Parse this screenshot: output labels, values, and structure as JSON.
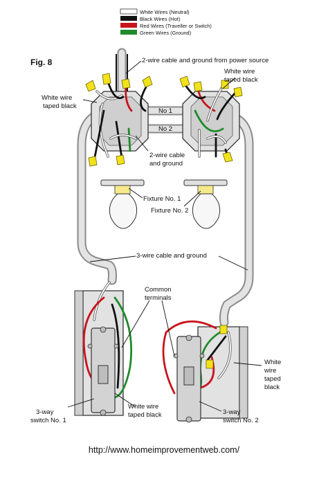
{
  "legend": {
    "items": [
      {
        "label": "White Wires (Neutral)",
        "color": "#ffffff"
      },
      {
        "label": "Black Wires (Hot)",
        "color": "#111111"
      },
      {
        "label": "Red Wires (Traveller or Switch)",
        "color": "#c8141c"
      },
      {
        "label": "Green Wires (Ground)",
        "color": "#1f8a2a"
      }
    ]
  },
  "figure": {
    "title": "Fig. 8"
  },
  "labels": {
    "power_source": "2-wire cable and ground from power source",
    "white_taped_tr_1": "White wire",
    "white_taped_tr_2": "taped black",
    "white_taped_tl_1": "White wire",
    "white_taped_tl_2": "taped black",
    "cable_no1": "No 1",
    "cable_no2": "No 2",
    "two_wire_1": "2-wire cable",
    "two_wire_2": "and ground",
    "fixture1": "Fixture No. 1",
    "fixture2": "Fixture No. 2",
    "three_wire": "3-wire cable and ground",
    "common_1": "Common",
    "common_2": "terminals",
    "white_taped_r_1": "White",
    "white_taped_r_2": "wire",
    "white_taped_r_3": "taped",
    "white_taped_r_4": "black",
    "white_taped_b": "White wire",
    "white_taped_b_2": "taped black",
    "switch1_1": "3-way",
    "switch1_2": "switch No. 1",
    "switch2_1": "3-way",
    "switch2_2": "switch No. 2"
  },
  "footer": {
    "url": "http://www.homeimprovementweb.com/"
  }
}
